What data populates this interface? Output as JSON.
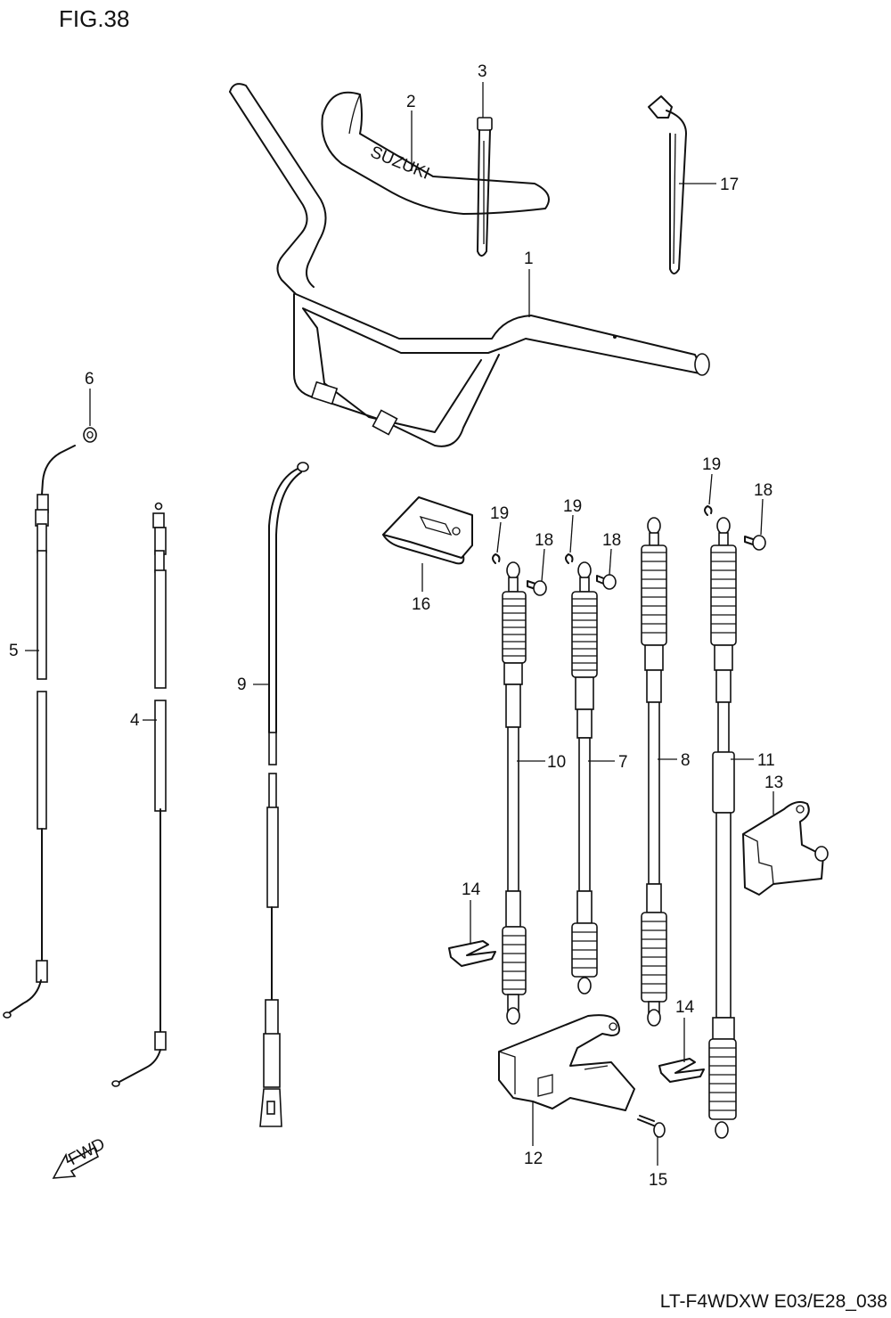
{
  "figure_title": "FIG.38",
  "footer_code": "LT-F4WDXW E03/E28_038",
  "brand_mark": "SUZUKI",
  "direction_mark": "FWD",
  "callouts": {
    "p1": "1",
    "p2": "2",
    "p3": "3",
    "p4": "4",
    "p5": "5",
    "p6": "6",
    "p7": "7",
    "p8": "8",
    "p9": "9",
    "p10": "10",
    "p11": "11",
    "p12": "12",
    "p13": "13",
    "p14a": "14",
    "p14b": "14",
    "p15": "15",
    "p16": "16",
    "p17": "17",
    "p18a": "18",
    "p18b": "18",
    "p18c": "18",
    "p19a": "19",
    "p19b": "19",
    "p19c": "19"
  }
}
